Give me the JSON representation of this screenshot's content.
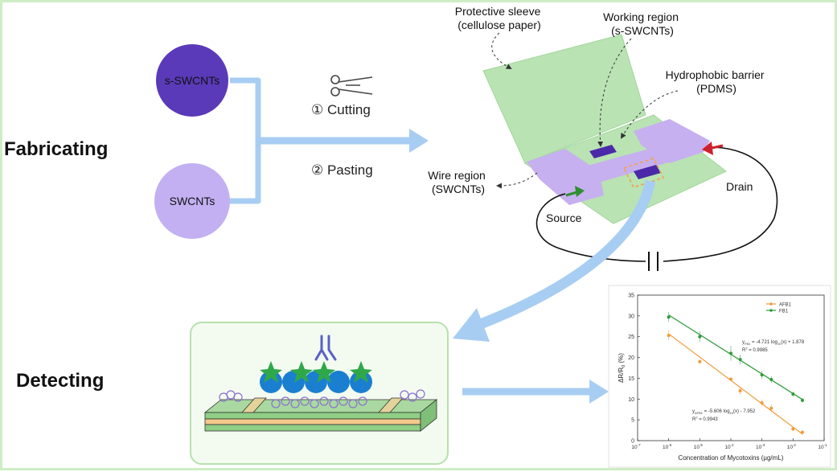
{
  "sections": {
    "fabricating": "Fabricating",
    "detecting": "Detecting"
  },
  "materials": {
    "s_swcnts": "s-SWCNTs",
    "swcnts": "SWCNTs"
  },
  "steps": {
    "cutting": "① Cutting",
    "pasting": "② Pasting"
  },
  "device_labels": {
    "protective_sleeve_line1": "Protective sleeve",
    "protective_sleeve_line2": "(cellulose paper)",
    "working_region_line1": "Working region",
    "working_region_line2": "(s-SWCNTs)",
    "hydrophobic_line1": "Hydrophobic barrier",
    "hydrophobic_line2": "(PDMS)",
    "wire_region_line1": "Wire region",
    "wire_region_line2": "(SWCNTs)",
    "source": "Source",
    "drain": "Drain"
  },
  "colors": {
    "s_swcnts_circle": "#5a3ab8",
    "swcnts_circle": "#c2b0f2",
    "arrow_blue": "#a8cdf2",
    "paper_green": "#b9e3b3",
    "wire_purple": "#c6b0ef",
    "working_dark": "#4a2aa8",
    "afb1": "#f39a3c",
    "fb1": "#2f9c3c",
    "frame_green": "#cdeec4"
  },
  "icons": {
    "scissors": "scissors-icon"
  },
  "chart_data": {
    "type": "scatter",
    "xlabel": "Concentration of Mycotoxins (µg/mL)",
    "ylabel": "ΔR/R",
    "ylabel_sub": "0",
    "ylabel_unit": " (%)",
    "xscale": "log",
    "x_ticks": [
      1e-07,
      1e-06,
      1e-05,
      0.0001,
      0.001,
      0.01,
      0.1
    ],
    "x_tick_labels": [
      "10",
      "10",
      "10",
      "10",
      "10",
      "10",
      "10"
    ],
    "x_tick_exponents": [
      "-7",
      "-6",
      "-5",
      "-4",
      "-3",
      "-2",
      "-1"
    ],
    "xlim": [
      1e-07,
      0.1
    ],
    "ylim": [
      0,
      35
    ],
    "y_ticks": [
      0,
      5,
      10,
      15,
      20,
      25,
      30,
      35
    ],
    "legend_position": "top-right",
    "series": [
      {
        "name": "AFB1",
        "color": "#f39a3c",
        "x": [
          1e-06,
          1e-05,
          0.0001,
          0.0002,
          0.001,
          0.002,
          0.01,
          0.02
        ],
        "y": [
          25.3,
          19.0,
          14.8,
          12.0,
          9.1,
          7.8,
          2.8,
          2.0
        ],
        "err": [
          1.2,
          0.6,
          0.5,
          1.0,
          0.8,
          1.0,
          0.5,
          0.6
        ],
        "fit": {
          "slope": -5.606,
          "intercept": -7.952
        },
        "equation_prefix": "y",
        "equation_sub": "AFB1",
        "equation_body": " = -5.606 log",
        "equation_log_sub": "10",
        "equation_tail": "(x) - 7.952",
        "r2_label": "R",
        "r2_sup": "2",
        "r2_value": " = 0.9943"
      },
      {
        "name": "FB1",
        "color": "#2f9c3c",
        "x": [
          1e-06,
          1e-05,
          0.0001,
          0.0002,
          0.001,
          0.002,
          0.01,
          0.02
        ],
        "y": [
          29.7,
          25.0,
          21.0,
          19.5,
          15.8,
          14.7,
          11.2,
          9.7
        ],
        "err": [
          1.2,
          1.3,
          1.8,
          1.2,
          1.0,
          0.8,
          0.6,
          0.5
        ],
        "fit": {
          "slope": -4.721,
          "intercept": 1.878
        },
        "equation_prefix": "y",
        "equation_sub": "FB1",
        "equation_body": " = -4.721 log",
        "equation_log_sub": "10",
        "equation_tail": "(x) + 1.878",
        "r2_label": "R",
        "r2_sup": "2",
        "r2_value": " = 0.9985"
      }
    ]
  }
}
